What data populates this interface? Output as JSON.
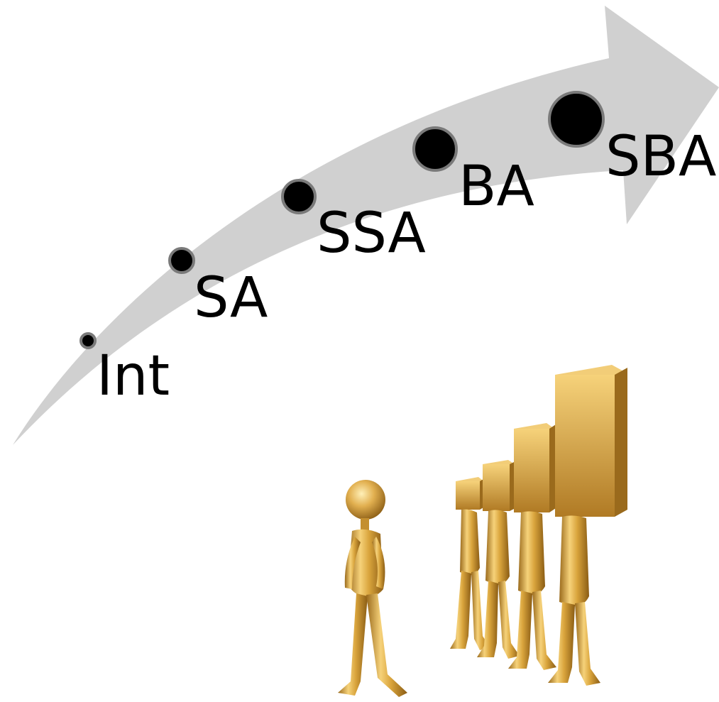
{
  "diagram": {
    "stages": [
      {
        "label": "Int"
      },
      {
        "label": "SA"
      },
      {
        "label": "SSA"
      },
      {
        "label": "BA"
      },
      {
        "label": "SBA"
      }
    ]
  },
  "colors": {
    "arrow": "#d0d0d0",
    "marker_fill": "#000000",
    "marker_ring": "#7a7a7a",
    "label": "#000000",
    "gold_light": "#f6d27a",
    "gold_mid": "#d9a43c",
    "gold_dark": "#9a6a1c"
  },
  "illustration": {
    "icon": "gold-figures-bar-chart-illustration"
  }
}
